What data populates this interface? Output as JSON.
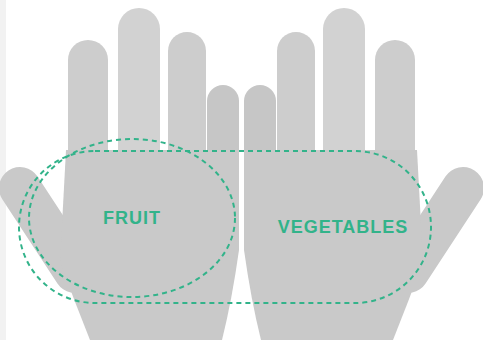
{
  "diagram": {
    "nodes": [
      {
        "text": [
          "VEGETABLES"
        ]
      },
      {
        "text": [
          "FRUIT"
        ],
        "in": 0
      }
    ]
  }
}
